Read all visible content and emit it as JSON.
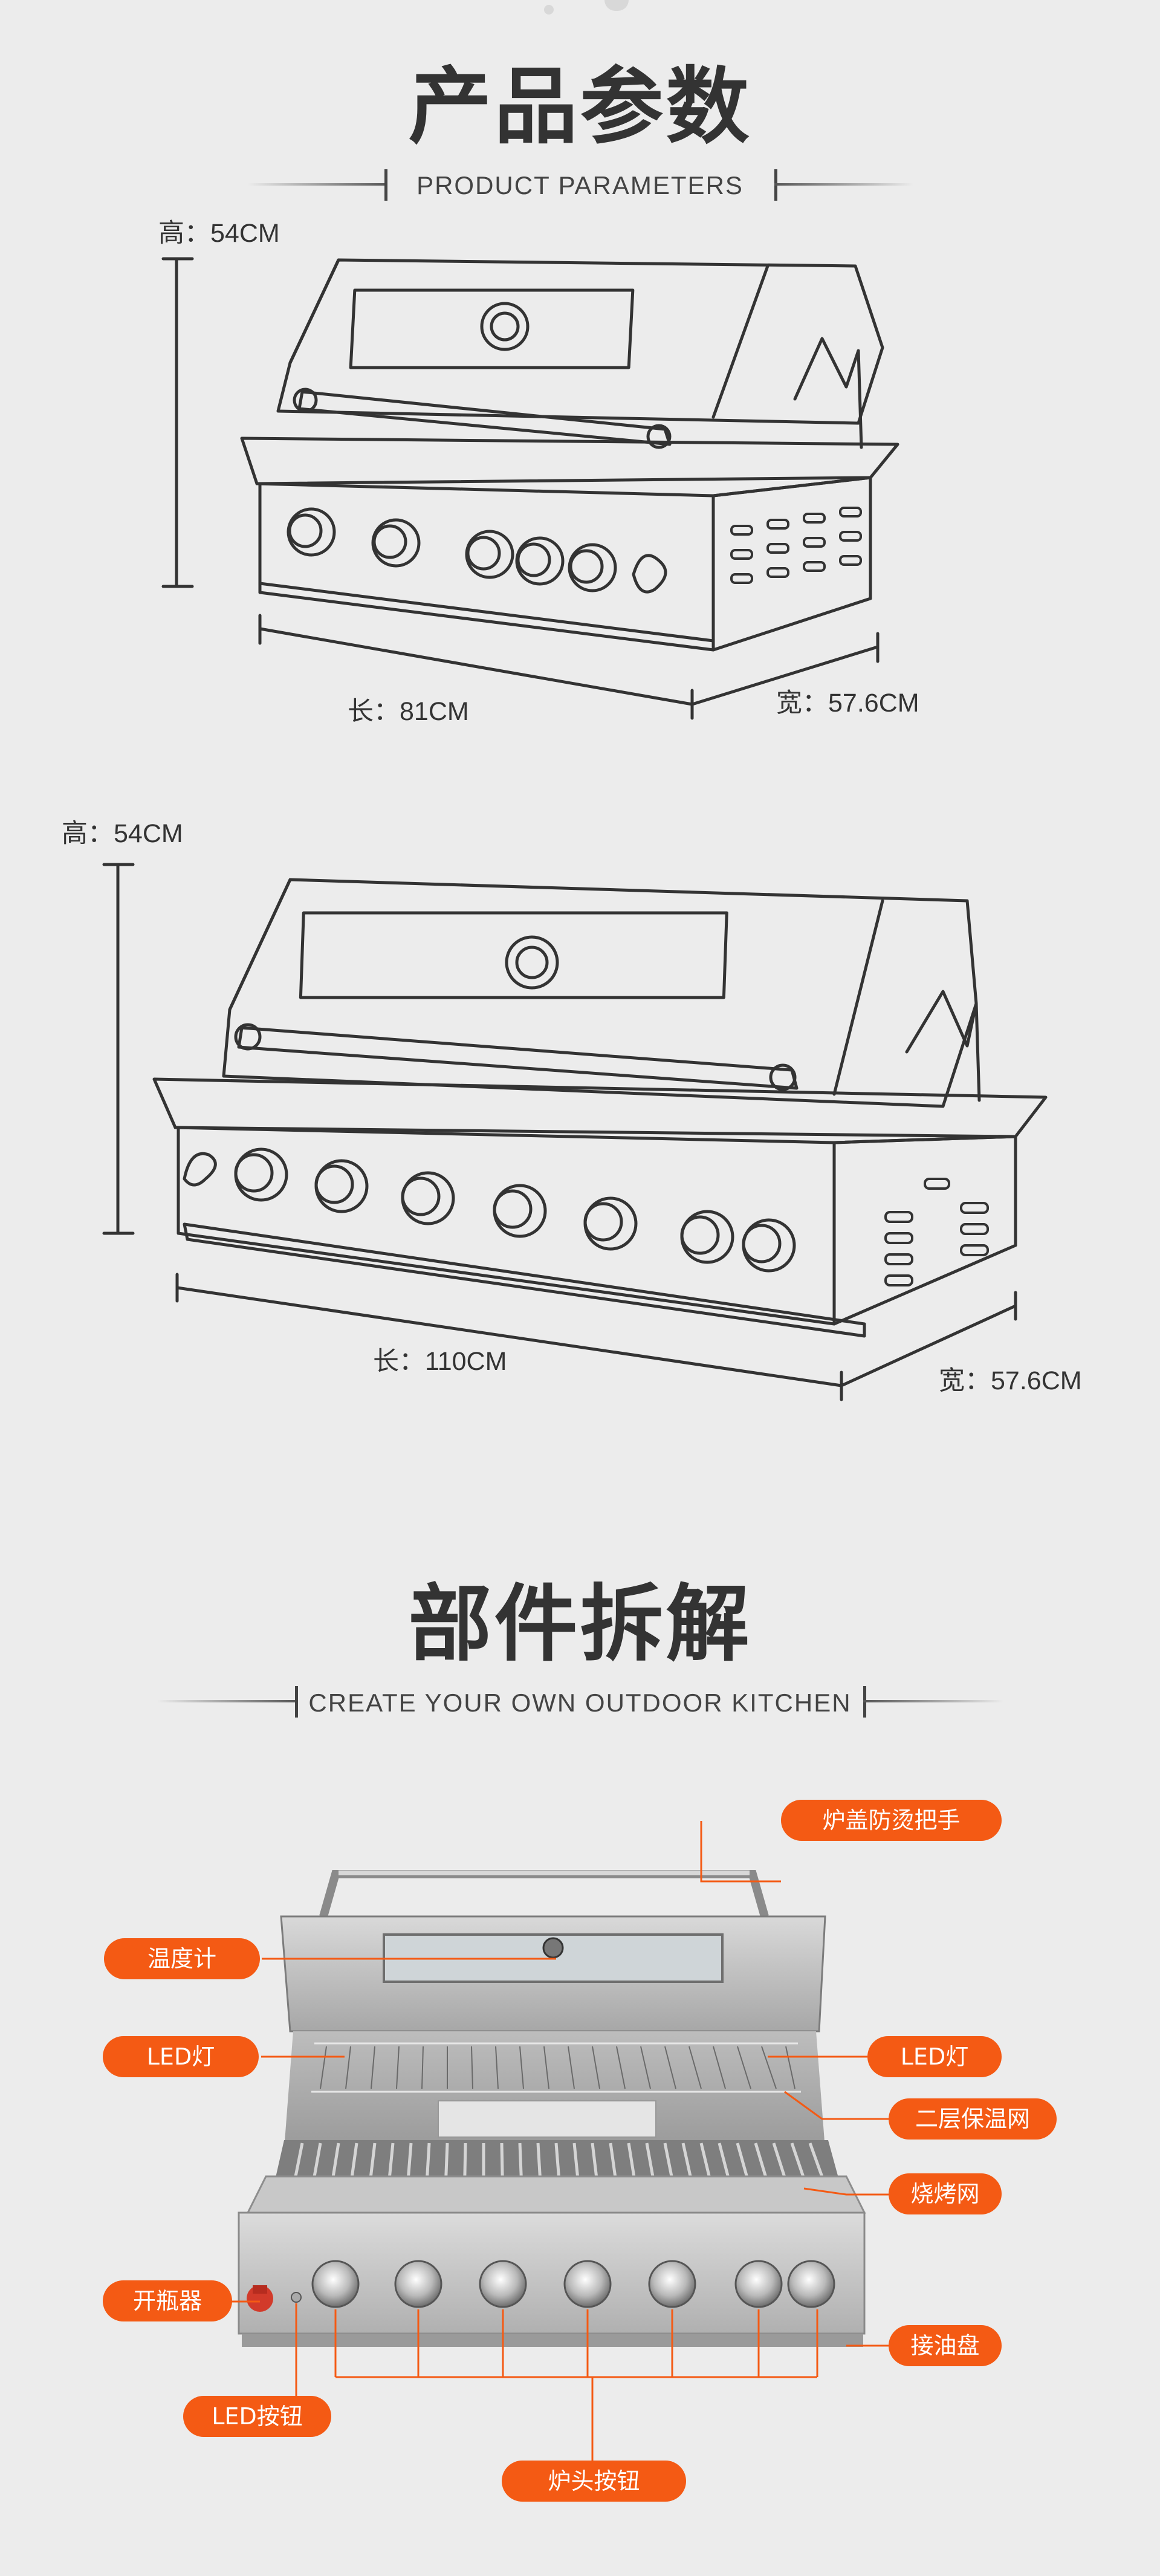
{
  "section1": {
    "title": "产品参数",
    "subtitle": "PRODUCT PARAMETERS"
  },
  "grill_small": {
    "height_label": "高：54CM",
    "length_label": "长：81CM",
    "width_label": "宽：57.6CM"
  },
  "grill_large": {
    "height_label": "高：54CM",
    "length_label": "长：110CM",
    "width_label": "宽：57.6CM"
  },
  "section2": {
    "title": "部件拆解",
    "subtitle": "CREATE YOUR OWN OUTDOOR KITCHEN"
  },
  "parts": {
    "lid_handle": "炉盖防烫把手",
    "thermometer": "温度计",
    "led_left": "LED灯",
    "led_right": "LED灯",
    "warming_rack": "二层保温网",
    "grill_grate": "烧烤网",
    "bottle_opener": "开瓶器",
    "drip_tray": "接油盘",
    "led_button": "LED按钮",
    "burner_knobs": "炉头按钮"
  },
  "colors": {
    "accent": "#f45a14",
    "background": "#ececec",
    "text": "#333333"
  }
}
